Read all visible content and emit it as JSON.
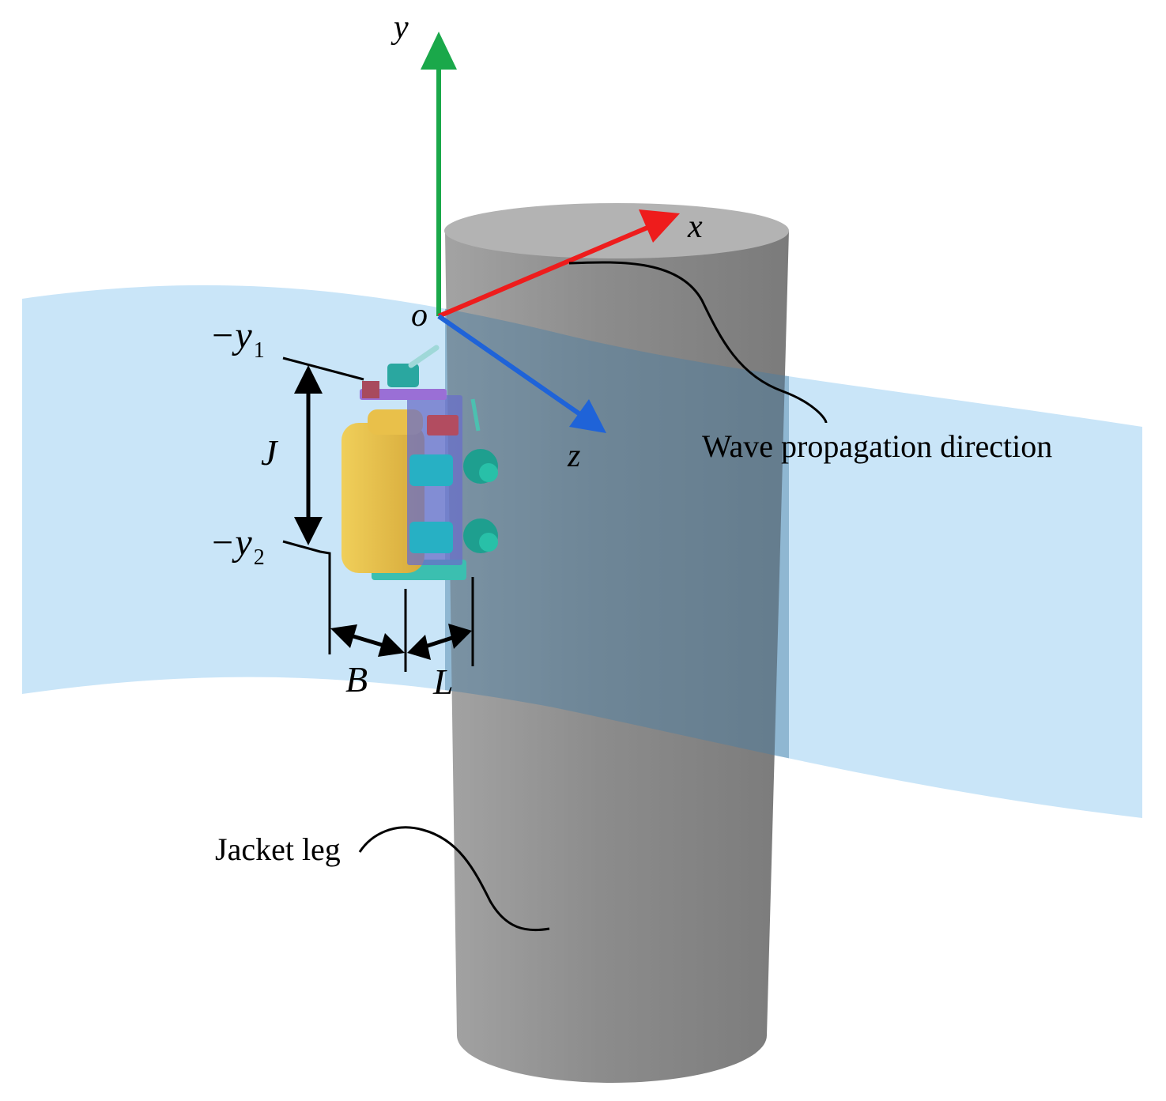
{
  "axes": {
    "y_label": "y",
    "x_label": "x",
    "z_label": "z",
    "origin_label": "o",
    "y_color": "#1aa84a",
    "x_color": "#ee1c1c",
    "z_color": "#1f63d8"
  },
  "dimensions": {
    "neg_y1": "−y",
    "neg_y1_sub": "1",
    "neg_y2": "−y",
    "neg_y2_sub": "2",
    "J": "J",
    "B": "B",
    "L": "L"
  },
  "annotations": {
    "wave": "Wave propagation direction",
    "jacket": "Jacket leg"
  },
  "colors": {
    "wave_band": "#a9d6f5",
    "leg_body": "#8a8a8a",
    "leg_top": "#b4b4b4"
  }
}
